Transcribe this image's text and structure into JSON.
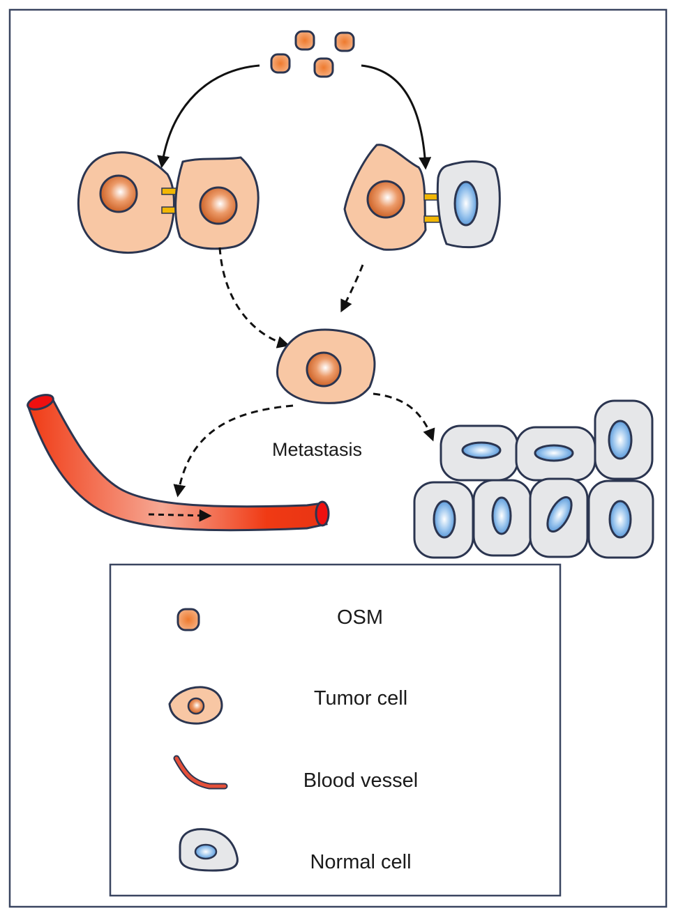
{
  "figure": {
    "process_label": "Metastasis",
    "legend": {
      "items": [
        {
          "key": "osm",
          "label": "OSM"
        },
        {
          "key": "tumor-cell",
          "label": "Tumor cell"
        },
        {
          "key": "blood-vessel",
          "label": "Blood vessel"
        },
        {
          "key": "normal-cell",
          "label": "Normal cell"
        }
      ]
    },
    "elements": {
      "osm_molecules": 4,
      "tumor_tumor_pair": "Tumor cell adhered to tumor cell",
      "tumor_normal_pair": "Tumor cell adhered to normal cell",
      "migrating_cell": "Tumor cell",
      "destination_tissue_cells": 7
    },
    "colors": {
      "tumor_cytoplasm": "#f8c7a4",
      "tumor_nucleus": "#d86a2a",
      "osm": "#ee8a4a",
      "normal_cytoplasm": "#e6e7e9",
      "normal_nucleus": "#4f93d6",
      "vessel": "#ee3a1a",
      "adhesion": "#f2b705",
      "outline": "#2b3550"
    }
  }
}
